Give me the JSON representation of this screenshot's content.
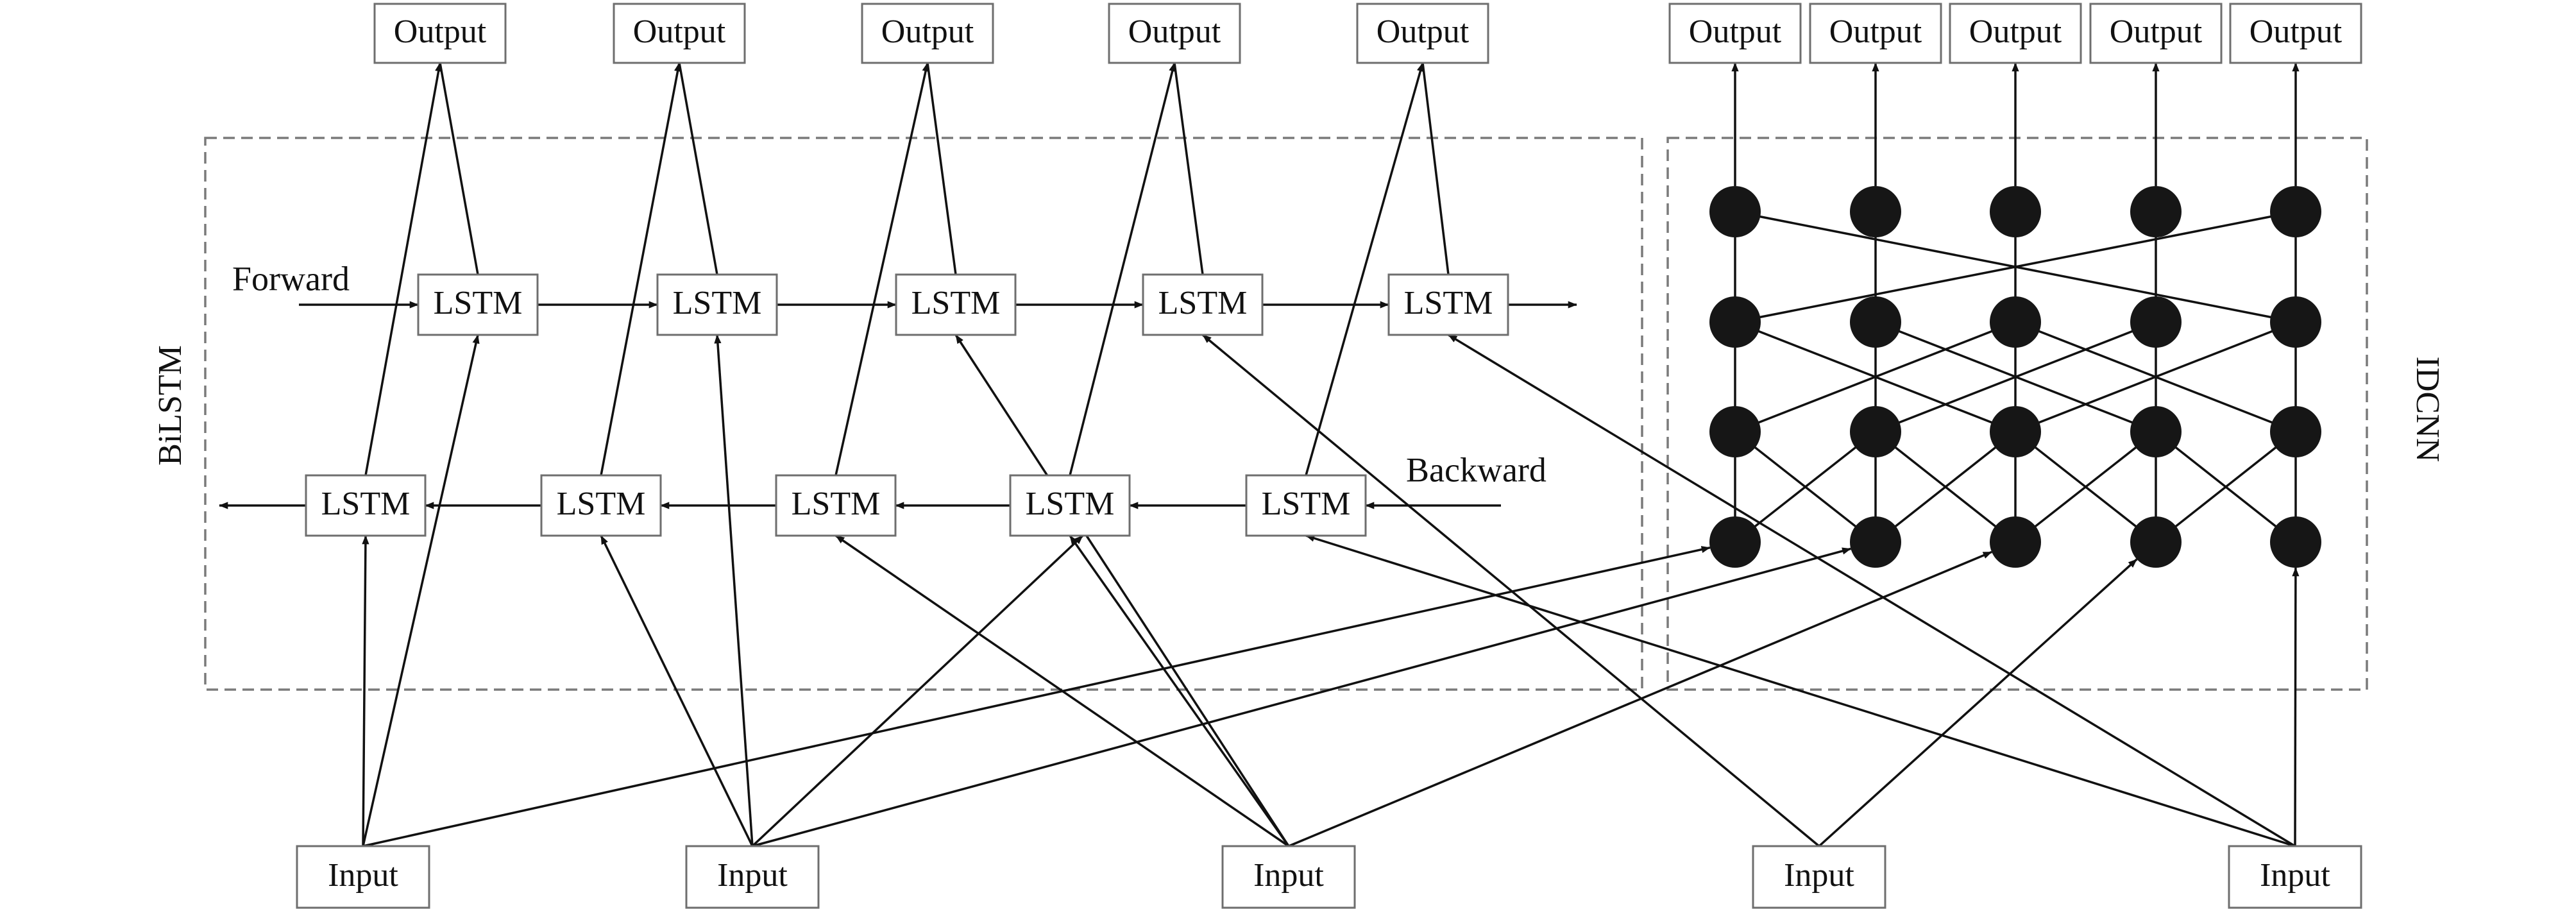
{
  "bilstm": {
    "title": "BiLSTM",
    "forward_label": "Forward",
    "backward_label": "Backward",
    "forward_cells": [
      "LSTM",
      "LSTM",
      "LSTM",
      "LSTM",
      "LSTM"
    ],
    "backward_cells": [
      "LSTM",
      "LSTM",
      "LSTM",
      "LSTM",
      "LSTM"
    ],
    "outputs": [
      "Output",
      "Output",
      "Output",
      "Output",
      "Output"
    ]
  },
  "idcnn": {
    "title": "IDCNN",
    "outputs": [
      "Output",
      "Output",
      "Output",
      "Output",
      "Output"
    ],
    "layers": 4,
    "nodes_per_layer": 5
  },
  "inputs": [
    "Input",
    "Input",
    "Input",
    "Input",
    "Input"
  ],
  "colors": {
    "line": "#111111",
    "node": "#161616",
    "box_border": "#6e6e6e",
    "region_border": "#7a7a7a"
  }
}
